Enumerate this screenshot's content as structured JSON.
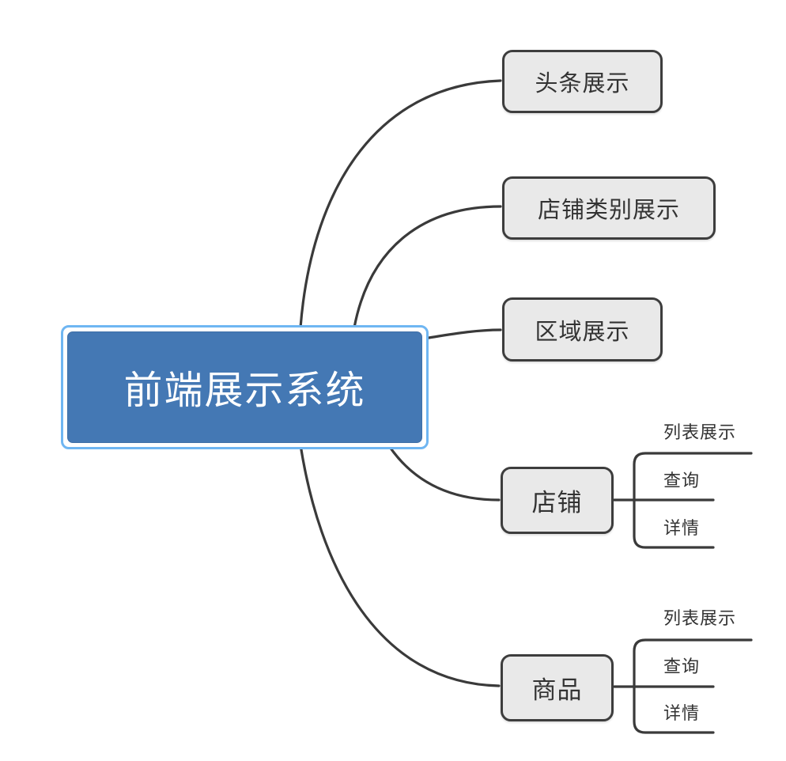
{
  "mindmap": {
    "root": {
      "label": "前端展示系统",
      "selected": true
    },
    "branches": [
      {
        "id": "headline",
        "label": "头条展示",
        "children": []
      },
      {
        "id": "shop-category",
        "label": "店铺类别展示",
        "children": []
      },
      {
        "id": "region",
        "label": "区域展示",
        "children": []
      },
      {
        "id": "shop",
        "label": "店铺",
        "children": [
          "列表展示",
          "查询",
          "详情"
        ]
      },
      {
        "id": "goods",
        "label": "商品",
        "children": [
          "列表展示",
          "查询",
          "详情"
        ]
      }
    ]
  },
  "colors": {
    "root_fill": "#4478b4",
    "root_text": "#ffffff",
    "selection_outline": "#6fb6f2",
    "topic_fill": "#e9e9e9",
    "topic_border": "#3d3d3d",
    "topic_text": "#333333",
    "connector": "#3a3a3a",
    "canvas_background": "#ffffff"
  }
}
